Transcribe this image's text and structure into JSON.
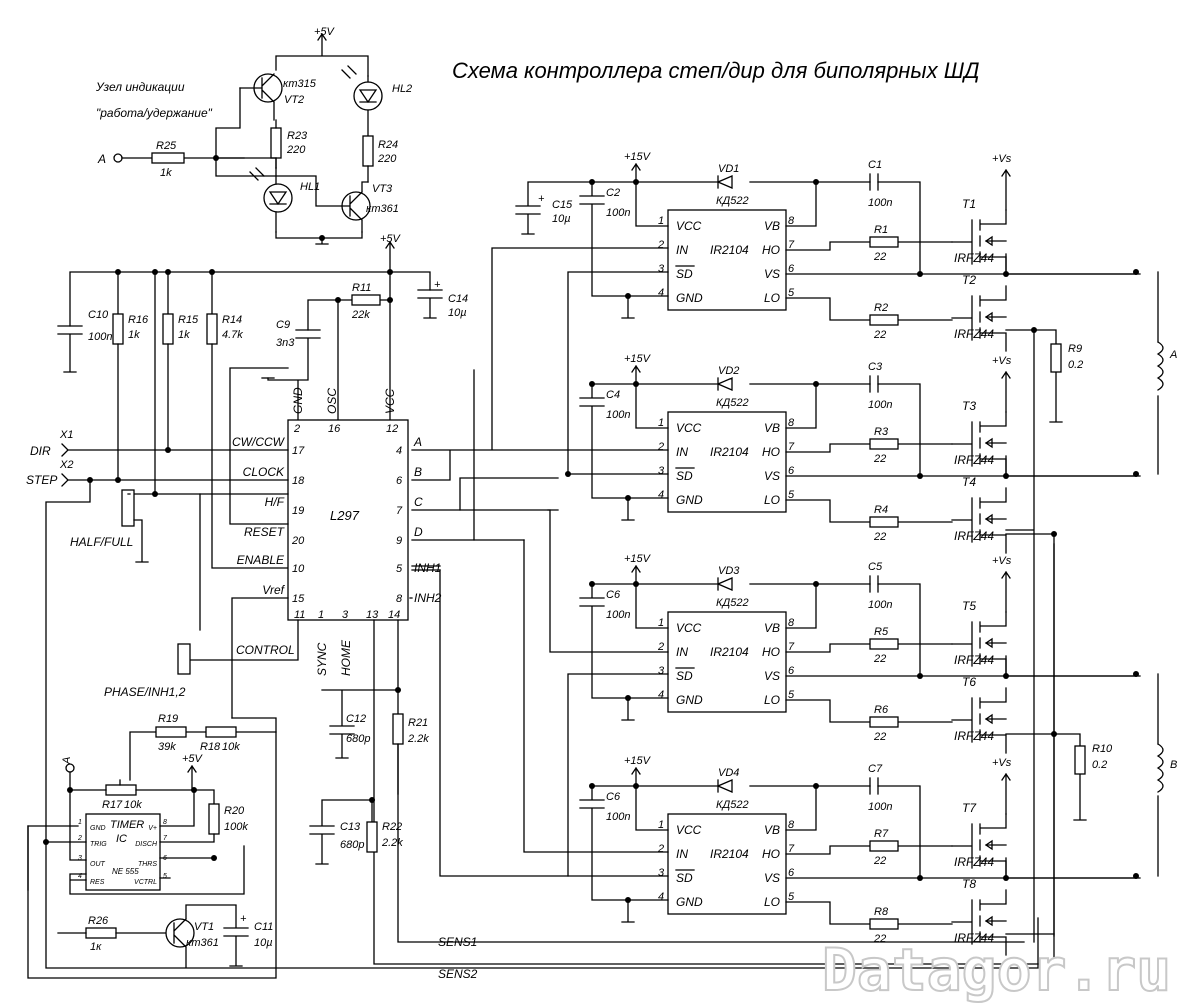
{
  "title": "Схема контроллера степ/дир для биполярных ШД",
  "watermark": "Datagor.ru",
  "indication": {
    "line1": "Узел индикации",
    "line2": "\"работа/удержание\""
  },
  "supply": {
    "v5": "+5V",
    "v15": "+15V",
    "vs": "+Vs"
  },
  "net": {
    "A": "A"
  },
  "parts": {
    "R25": "R25",
    "R25v": "1k",
    "R23": "R23",
    "R23v": "220",
    "R24": "R24",
    "R24v": "220",
    "VT2": "VT2",
    "VT2t": "кт315",
    "VT3": "VT3",
    "VT3t": "кт361",
    "HL1": "HL1",
    "HL2": "HL2",
    "R11": "R11",
    "R11v": "22k",
    "C9": "C9",
    "C9v": "3n3",
    "C10": "C10",
    "C10v": "100n",
    "R16": "R16",
    "R16v": "1k",
    "R15": "R15",
    "R15v": "1k",
    "R14": "R14",
    "R14v": "4.7k",
    "C14": "C14",
    "C14v": "10µ",
    "C15": "C15",
    "C15v": "10µ",
    "C12": "C12",
    "C12v": "680p",
    "C13": "C13",
    "C13v": "680p",
    "R21": "R21",
    "R21v": "2.2k",
    "R22": "R22",
    "R22v": "2.2k",
    "R19": "R19",
    "R19v": "39k",
    "R18": "R18",
    "R18v": "10k",
    "R17": "R17",
    "R17v": "10k",
    "R20": "R20",
    "R20v": "100k",
    "R26": "R26",
    "R26v": "1к",
    "VT1": "VT1",
    "VT1t": "кт361",
    "C11": "C11",
    "C11v": "10µ",
    "R9": "R9",
    "R9v": "0.2",
    "R10": "R10",
    "R10v": "0.2",
    "LA": "A",
    "LB": "B"
  },
  "connectors": {
    "dir": "DIR",
    "x1": "X1",
    "step": "STEP",
    "x2": "X2",
    "halffull": "HALF/FULL",
    "phase": "PHASE/INH1,2",
    "control": "CONTROL"
  },
  "l297": {
    "name": "L297",
    "top": [
      {
        "name": "GND",
        "pin": "2"
      },
      {
        "name": "OSC",
        "pin": "16"
      },
      {
        "name": "VCC",
        "pin": "12"
      }
    ],
    "left": [
      {
        "name": "CW/CCW",
        "pin": "17"
      },
      {
        "name": "CLOCK",
        "pin": "18"
      },
      {
        "name": "H/F",
        "pin": "19"
      },
      {
        "name": "RESET",
        "pin": "20"
      },
      {
        "name": "ENABLE",
        "pin": "10"
      },
      {
        "name": "Vref",
        "pin": "15"
      }
    ],
    "right": [
      {
        "name": "A",
        "pin": "4"
      },
      {
        "name": "B",
        "pin": "6"
      },
      {
        "name": "C",
        "pin": "7"
      },
      {
        "name": "D",
        "pin": "9"
      },
      {
        "name": "INH1",
        "pin": "5"
      },
      {
        "name": "INH2",
        "pin": "8"
      }
    ],
    "bottom": [
      {
        "name": "",
        "pin": "11"
      },
      {
        "name": "SYNC",
        "pin": "1"
      },
      {
        "name": "HOME",
        "pin": "3"
      },
      {
        "name": "",
        "pin": "13"
      },
      {
        "name": "",
        "pin": "14"
      }
    ]
  },
  "drivers": [
    {
      "ic": "IR2104",
      "vd": "VD1",
      "c": "C2",
      "cv": "100n",
      "cb": "C1",
      "cbv": "100n",
      "rh": "R1",
      "rl": "R2",
      "rv": "22",
      "th": "T1",
      "tl": "T2",
      "tt": "IRFZ44"
    },
    {
      "ic": "IR2104",
      "vd": "VD2",
      "c": "C4",
      "cv": "100n",
      "cb": "C3",
      "cbv": "100n",
      "rh": "R3",
      "rl": "R4",
      "rv": "22",
      "th": "T3",
      "tl": "T4",
      "tt": "IRFZ44"
    },
    {
      "ic": "IR2104",
      "vd": "VD3",
      "c": "C6",
      "cv": "100n",
      "cb": "C5",
      "cbv": "100n",
      "rh": "R5",
      "rl": "R6",
      "rv": "22",
      "th": "T5",
      "tl": "T6",
      "tt": "IRFZ44"
    },
    {
      "ic": "IR2104",
      "vd": "VD4",
      "c": "C6",
      "cv": "100n",
      "cb": "C7",
      "cbv": "100n",
      "rh": "R7",
      "rl": "R8",
      "rv": "22",
      "th": "T7",
      "tl": "T8",
      "tt": "IRFZ44"
    }
  ],
  "diode": "КД522",
  "irpins": {
    "l": [
      {
        "n": "VCC",
        "p": "1"
      },
      {
        "n": "IN",
        "p": "2"
      },
      {
        "n": "SD",
        "p": "3"
      },
      {
        "n": "GND",
        "p": "4"
      }
    ],
    "r": [
      {
        "n": "VB",
        "p": "8"
      },
      {
        "n": "HO",
        "p": "7"
      },
      {
        "n": "VS",
        "p": "6"
      },
      {
        "n": "LO",
        "p": "5"
      }
    ]
  },
  "timer": {
    "title": "TIMER",
    "ic": "IC",
    "part": "NE 555",
    "pinsL": [
      {
        "n": "GND",
        "p": "1"
      },
      {
        "n": "TRIG",
        "p": "2"
      },
      {
        "n": "OUT",
        "p": "3"
      },
      {
        "n": "RES",
        "p": "4"
      }
    ],
    "pinsR": [
      {
        "n": "V+",
        "p": "8"
      },
      {
        "n": "DISCH",
        "p": "7"
      },
      {
        "n": "THRS",
        "p": "6"
      },
      {
        "n": "VCTRL",
        "p": "5"
      }
    ]
  },
  "sens": {
    "s1": "SENS1",
    "s2": "SENS2"
  }
}
